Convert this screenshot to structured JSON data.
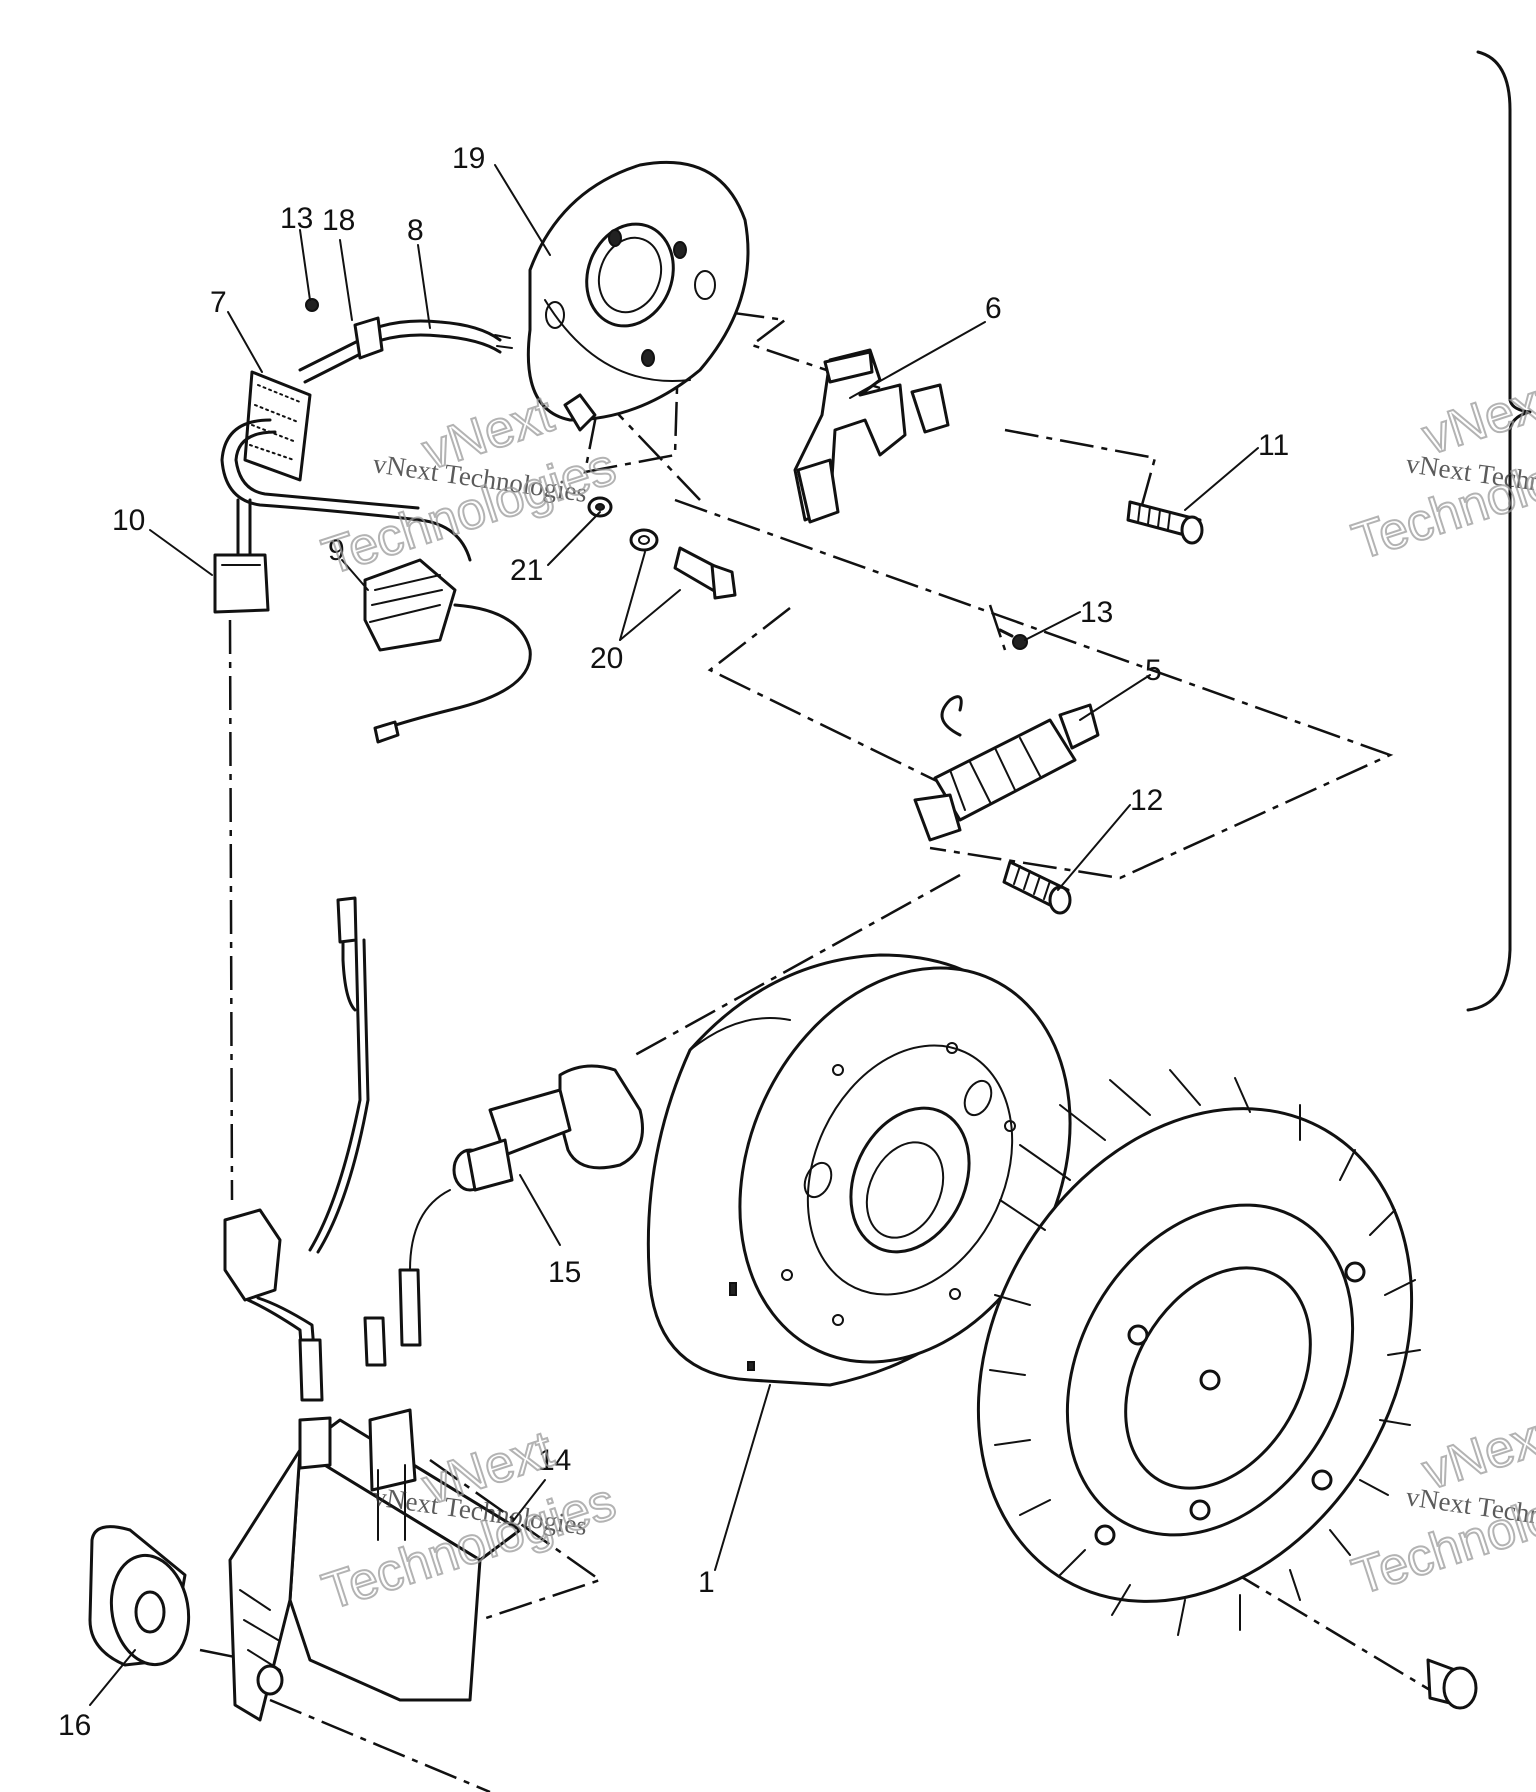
{
  "callouts": [
    {
      "id": "c19",
      "label": "19"
    },
    {
      "id": "c13a",
      "label": "13"
    },
    {
      "id": "c18",
      "label": "18"
    },
    {
      "id": "c8",
      "label": "8"
    },
    {
      "id": "c7",
      "label": "7"
    },
    {
      "id": "c6",
      "label": "6"
    },
    {
      "id": "c10",
      "label": "10"
    },
    {
      "id": "c9",
      "label": "9"
    },
    {
      "id": "c11",
      "label": "11"
    },
    {
      "id": "c21",
      "label": "21"
    },
    {
      "id": "c20",
      "label": "20"
    },
    {
      "id": "c13b",
      "label": "13"
    },
    {
      "id": "c5",
      "label": "5"
    },
    {
      "id": "c12",
      "label": "12"
    },
    {
      "id": "c15",
      "label": "15"
    },
    {
      "id": "c14",
      "label": "14"
    },
    {
      "id": "c1",
      "label": "1"
    },
    {
      "id": "c16",
      "label": "16"
    }
  ],
  "watermarks": {
    "small": "vNext Technologies",
    "big_line1": "vNext",
    "big_line2": "Technologies"
  }
}
